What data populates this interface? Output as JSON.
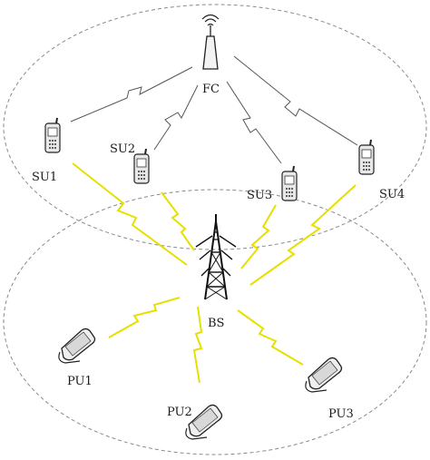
{
  "labels": {
    "fc": "FC",
    "su1": "SU1",
    "su2": "SU2",
    "su3": "SU3",
    "su4": "SU4",
    "bs": "BS",
    "pu1": "PU1",
    "pu2": "PU2",
    "pu3": "PU3"
  },
  "colors": {
    "yellow_link": "#f5f000",
    "yellow_outline": "#b8b000",
    "white_link_outline": "#555555",
    "boundary": "#8a8a8a"
  },
  "icons": {
    "fusion_center": "antenna-tower-icon",
    "base_station": "lattice-tower-icon",
    "secondary_user": "mobile-phone-icon",
    "primary_user": "flip-phone-icon"
  }
}
